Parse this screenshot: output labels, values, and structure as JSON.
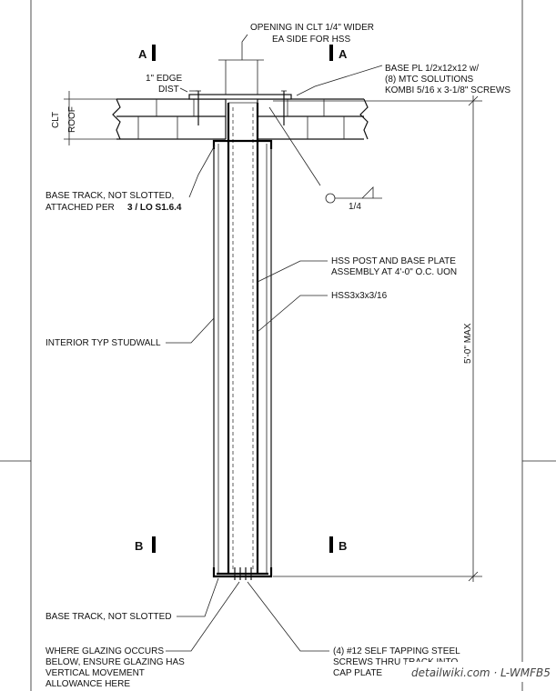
{
  "callouts": {
    "opening_l1": "OPENING IN CLT 1/4\" WIDER",
    "opening_l2": "EA SIDE FOR HSS",
    "base_pl_l1": "BASE PL 1/2x12x12 w/",
    "base_pl_l2": "(8) MTC SOLUTIONS",
    "base_pl_l3": "KOMBI 5/16 x 3-1/8\" SCREWS",
    "edge_l1": "1\" EDGE",
    "edge_l2": "DIST",
    "clt": "CLT",
    "roof": "ROOF",
    "base_track_top_l1": "BASE TRACK, NOT SLOTTED,",
    "base_track_top_l2a": "ATTACHED PER",
    "base_track_top_l2b": "3 / LO S1.6.4",
    "weld_size": "1/4",
    "hss_post_l1": "HSS POST AND BASE PLATE",
    "hss_post_l2": "ASSEMBLY AT 4'-0\" O.C. UON",
    "hss_size": "HSS3x3x3/16",
    "studwall": "INTERIOR TYP STUDWALL",
    "height_dim": "5'-0\" MAX",
    "base_track_bottom": "BASE TRACK, NOT SLOTTED",
    "glazing_l1": "WHERE GLAZING OCCURS",
    "glazing_l2": "BELOW, ENSURE GLAZING HAS",
    "glazing_l3": "VERTICAL MOVEMENT",
    "glazing_l4": "ALLOWANCE HERE",
    "screws_l1": "(4) #12 SELF TAPPING STEEL",
    "screws_l2": "SCREWS THRU TRACK INTO",
    "screws_l3": "CAP PLATE"
  },
  "section_marks": {
    "top_left": "A",
    "top_right": "A",
    "bottom_left": "B",
    "bottom_right": "B"
  },
  "watermark": "detailwiki.com · L-WMFB5"
}
